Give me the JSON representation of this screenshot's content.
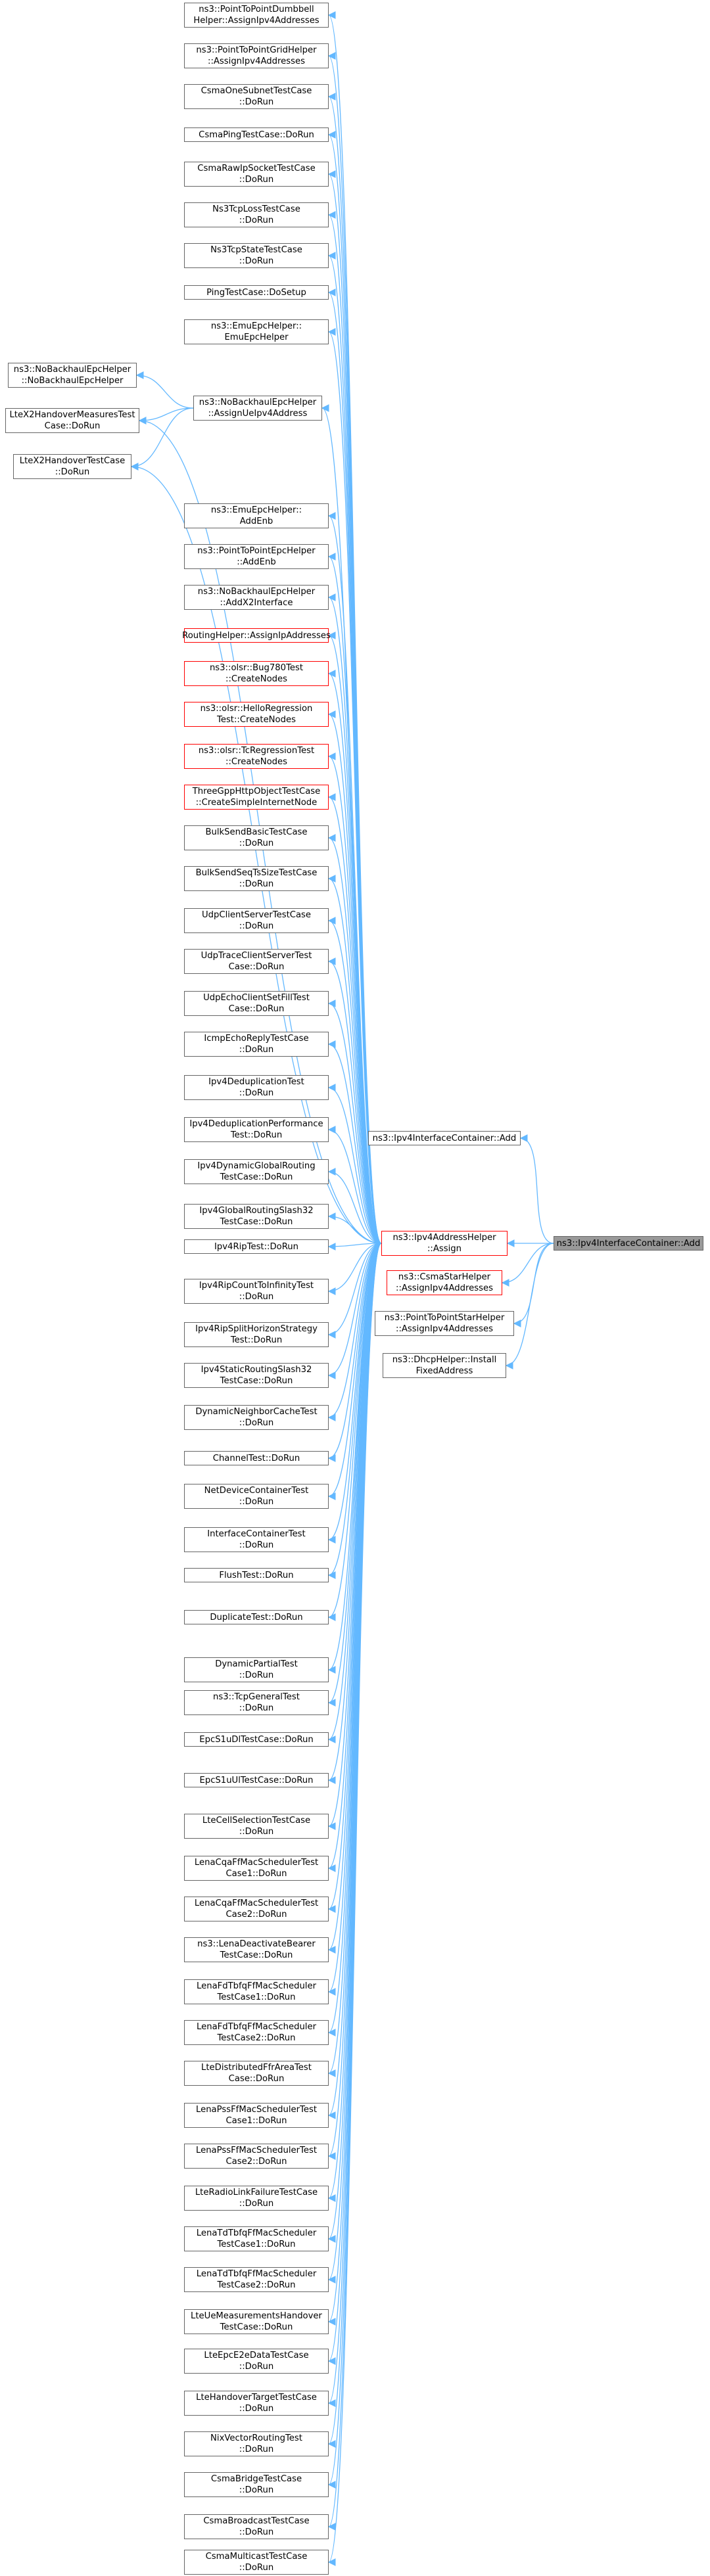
{
  "graph": {
    "focus": "ns3::Ipv4InterfaceContainer::Add",
    "assign": [
      "ns3::Ipv4AddressHelper",
      "::Assign"
    ],
    "right_callers": [
      [
        "ns3::Ipv4InterfaceContainer::Add"
      ],
      [
        "ns3::CsmaStarHelper",
        "::AssignIpv4Addresses"
      ],
      [
        "ns3::PointToPointStarHelper",
        "::AssignIpv4Addresses"
      ],
      [
        "ns3::DhcpHelper::Install",
        "FixedAddress"
      ]
    ],
    "ue_assign": [
      "ns3::NoBackhaulEpcHelper",
      "::AssignUeIpv4Address"
    ],
    "ue_callers": [
      [
        "ns3::NoBackhaulEpcHelper",
        "::NoBackhaulEpcHelper"
      ],
      [
        "LteX2HandoverMeasuresTest",
        "Case::DoRun"
      ],
      [
        "LteX2HandoverTestCase",
        "::DoRun"
      ]
    ],
    "callers": [
      [
        "ns3::PointToPointDumbbell",
        "Helper::AssignIpv4Addresses"
      ],
      [
        "ns3::PointToPointGridHelper",
        "::AssignIpv4Addresses"
      ],
      [
        "CsmaOneSubnetTestCase",
        "::DoRun"
      ],
      [
        "CsmaPingTestCase::DoRun"
      ],
      [
        "CsmaRawIpSocketTestCase",
        "::DoRun"
      ],
      [
        "Ns3TcpLossTestCase",
        "::DoRun"
      ],
      [
        "Ns3TcpStateTestCase",
        "::DoRun"
      ],
      [
        "PingTestCase::DoSetup"
      ],
      [
        "ns3::EmuEpcHelper::",
        "EmuEpcHelper"
      ],
      [
        "ns3::EmuEpcHelper::",
        "AddEnb"
      ],
      [
        "ns3::PointToPointEpcHelper",
        "::AddEnb"
      ],
      [
        "ns3::NoBackhaulEpcHelper",
        "::AddX2Interface"
      ],
      [
        "RoutingHelper::AssignIpAddresses"
      ],
      [
        "ns3::olsr::Bug780Test",
        "::CreateNodes"
      ],
      [
        "ns3::olsr::HelloRegression",
        "Test::CreateNodes"
      ],
      [
        "ns3::olsr::TcRegressionTest",
        "::CreateNodes"
      ],
      [
        "ThreeGppHttpObjectTestCase",
        "::CreateSimpleInternetNode"
      ],
      [
        "BulkSendBasicTestCase",
        "::DoRun"
      ],
      [
        "BulkSendSeqTsSizeTestCase",
        "::DoRun"
      ],
      [
        "UdpClientServerTestCase",
        "::DoRun"
      ],
      [
        "UdpTraceClientServerTest",
        "Case::DoRun"
      ],
      [
        "UdpEchoClientSetFillTest",
        "Case::DoRun"
      ],
      [
        "IcmpEchoReplyTestCase",
        "::DoRun"
      ],
      [
        "Ipv4DeduplicationTest",
        "::DoRun"
      ],
      [
        "Ipv4DeduplicationPerformance",
        "Test::DoRun"
      ],
      [
        "Ipv4DynamicGlobalRouting",
        "TestCase::DoRun"
      ],
      [
        "Ipv4GlobalRoutingSlash32",
        "TestCase::DoRun"
      ],
      [
        "Ipv4RipTest::DoRun"
      ],
      [
        "Ipv4RipCountToInfinityTest",
        "::DoRun"
      ],
      [
        "Ipv4RipSplitHorizonStrategy",
        "Test::DoRun"
      ],
      [
        "Ipv4StaticRoutingSlash32",
        "TestCase::DoRun"
      ],
      [
        "DynamicNeighborCacheTest",
        "::DoRun"
      ],
      [
        "ChannelTest::DoRun"
      ],
      [
        "NetDeviceContainerTest",
        "::DoRun"
      ],
      [
        "InterfaceContainerTest",
        "::DoRun"
      ],
      [
        "FlushTest::DoRun"
      ],
      [
        "DuplicateTest::DoRun"
      ],
      [
        "DynamicPartialTest",
        "::DoRun"
      ],
      [
        "ns3::TcpGeneralTest",
        "::DoRun"
      ],
      [
        "EpcS1uDlTestCase::DoRun"
      ],
      [
        "EpcS1uUlTestCase::DoRun"
      ],
      [
        "LteCellSelectionTestCase",
        "::DoRun"
      ],
      [
        "LenaCqaFfMacSchedulerTest",
        "Case1::DoRun"
      ],
      [
        "LenaCqaFfMacSchedulerTest",
        "Case2::DoRun"
      ],
      [
        "ns3::LenaDeactivateBearer",
        "TestCase::DoRun"
      ],
      [
        "LenaFdTbfqFfMacScheduler",
        "TestCase1::DoRun"
      ],
      [
        "LenaFdTbfqFfMacScheduler",
        "TestCase2::DoRun"
      ],
      [
        "LteDistributedFfrAreaTest",
        "Case::DoRun"
      ],
      [
        "LenaPssFfMacSchedulerTest",
        "Case1::DoRun"
      ],
      [
        "LenaPssFfMacSchedulerTest",
        "Case2::DoRun"
      ],
      [
        "LteRadioLinkFailureTestCase",
        "::DoRun"
      ],
      [
        "LenaTdTbfqFfMacScheduler",
        "TestCase1::DoRun"
      ],
      [
        "LenaTdTbfqFfMacScheduler",
        "TestCase2::DoRun"
      ],
      [
        "LteUeMeasurementsHandover",
        "TestCase::DoRun"
      ],
      [
        "LteEpcE2eDataTestCase",
        "::DoRun"
      ],
      [
        "LteHandoverTargetTestCase",
        "::DoRun"
      ],
      [
        "NixVectorRoutingTest",
        "::DoRun"
      ],
      [
        "CsmaBridgeTestCase",
        "::DoRun"
      ],
      [
        "CsmaBroadcastTestCase",
        "::DoRun"
      ],
      [
        "CsmaMulticastTestCase",
        "::DoRun"
      ]
    ]
  },
  "colors": {
    "edge": "#63b8ff",
    "node_border": "#666666",
    "truncated_border": "#ff0000",
    "focus_fill": "#999999"
  }
}
